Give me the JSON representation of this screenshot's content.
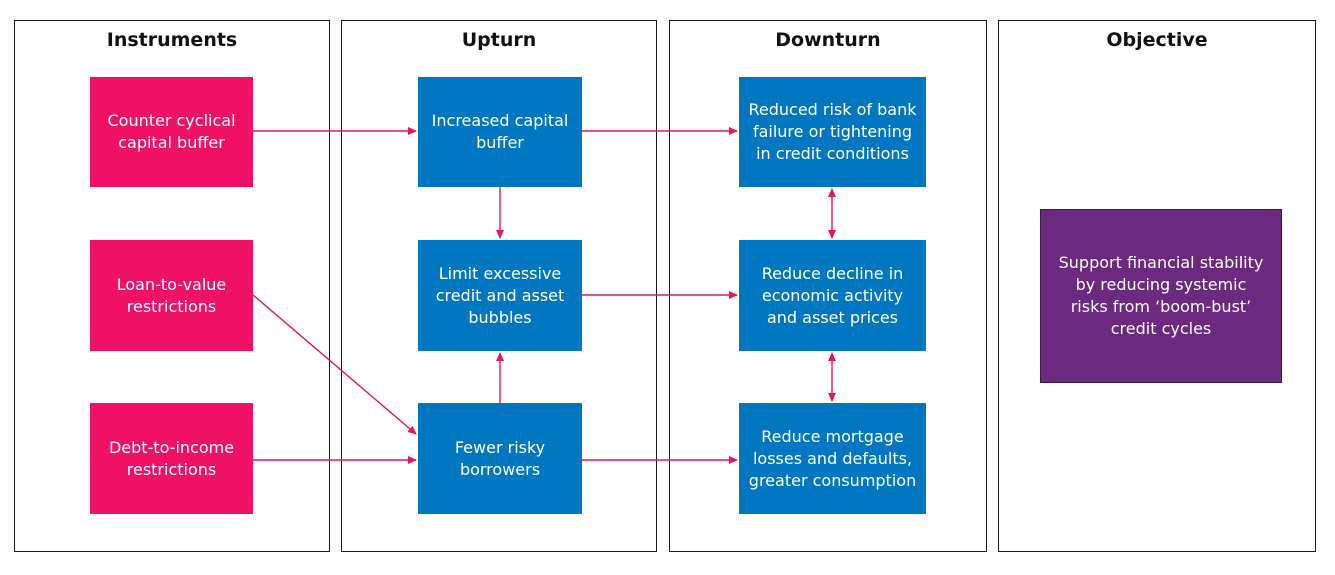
{
  "colors": {
    "instrument": "#ee1166",
    "channel": "#0077c0",
    "objective": "#6b2a80",
    "arrow": "#e8145f"
  },
  "columns": {
    "instruments": "Instruments",
    "upturn": "Upturn",
    "downturn": "Downturn",
    "objective": "Objective"
  },
  "instruments": {
    "ccb": "Counter cyclical capital buffer",
    "ltv": "Loan-to-value restrictions",
    "dti": "Debt-to-income restrictions"
  },
  "upturn": {
    "capital": "Increased capital buffer",
    "credit": "Limit excessive credit and asset bubbles",
    "borrowers": "Fewer risky borrowers"
  },
  "downturn": {
    "risk": "Reduced risk of bank failure or tightening in credit conditions",
    "decline": "Reduce decline in economic activity and asset prices",
    "mortgage": "Reduce mortgage losses and defaults, greater consumption"
  },
  "objective": {
    "text": "Support financial stability by reducing systemic risks from ‘boom-bust’ credit cycles"
  }
}
